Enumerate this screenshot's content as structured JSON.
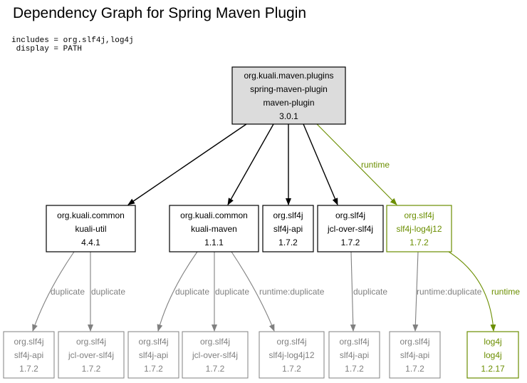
{
  "header": {
    "title": "Dependency Graph for Spring Maven Plugin",
    "meta_lines": [
      "includes = org.slf4j,log4j",
      " display = PATH"
    ]
  },
  "colors": {
    "black": "#000000",
    "gray": "#808080",
    "olive": "#6b8e00",
    "root_fill": "#dcdcdc"
  },
  "nodes": [
    {
      "id": "root",
      "style": "root",
      "lines": [
        "org.kuali.maven.plugins",
        "spring-maven-plugin",
        "maven-plugin",
        "3.0.1"
      ]
    },
    {
      "id": "kuali-util",
      "style": "black",
      "lines": [
        "org.kuali.common",
        "kuali-util",
        "4.4.1"
      ]
    },
    {
      "id": "kuali-maven",
      "style": "black",
      "lines": [
        "org.kuali.common",
        "kuali-maven",
        "1.1.1"
      ]
    },
    {
      "id": "slf4j-api",
      "style": "black",
      "lines": [
        "org.slf4j",
        "slf4j-api",
        "1.7.2"
      ]
    },
    {
      "id": "jcl-over-slf4j",
      "style": "black",
      "lines": [
        "org.slf4j",
        "jcl-over-slf4j",
        "1.7.2"
      ]
    },
    {
      "id": "slf4j-log4j12",
      "style": "olive",
      "lines": [
        "org.slf4j",
        "slf4j-log4j12",
        "1.7.2"
      ]
    },
    {
      "id": "u-slf4j-api",
      "style": "gray",
      "lines": [
        "org.slf4j",
        "slf4j-api",
        "1.7.2"
      ]
    },
    {
      "id": "u-jcl",
      "style": "gray",
      "lines": [
        "org.slf4j",
        "jcl-over-slf4j",
        "1.7.2"
      ]
    },
    {
      "id": "m-slf4j-api",
      "style": "gray",
      "lines": [
        "org.slf4j",
        "slf4j-api",
        "1.7.2"
      ]
    },
    {
      "id": "m-jcl",
      "style": "gray",
      "lines": [
        "org.slf4j",
        "jcl-over-slf4j",
        "1.7.2"
      ]
    },
    {
      "id": "m-log4j12",
      "style": "gray",
      "lines": [
        "org.slf4j",
        "slf4j-log4j12",
        "1.7.2"
      ]
    },
    {
      "id": "j-slf4j-api",
      "style": "gray",
      "lines": [
        "org.slf4j",
        "slf4j-api",
        "1.7.2"
      ]
    },
    {
      "id": "l-slf4j-api",
      "style": "gray",
      "lines": [
        "org.slf4j",
        "slf4j-api",
        "1.7.2"
      ]
    },
    {
      "id": "log4j",
      "style": "olive",
      "lines": [
        "log4j",
        "log4j",
        "1.2.17"
      ]
    }
  ],
  "edges": [
    {
      "from": "root",
      "to": "kuali-util",
      "style": "black",
      "label": ""
    },
    {
      "from": "root",
      "to": "kuali-maven",
      "style": "black",
      "label": ""
    },
    {
      "from": "root",
      "to": "slf4j-api",
      "style": "black",
      "label": ""
    },
    {
      "from": "root",
      "to": "jcl-over-slf4j",
      "style": "black",
      "label": ""
    },
    {
      "from": "root",
      "to": "slf4j-log4j12",
      "style": "olive",
      "label": "runtime"
    },
    {
      "from": "kuali-util",
      "to": "u-slf4j-api",
      "style": "gray",
      "label": "duplicate"
    },
    {
      "from": "kuali-util",
      "to": "u-jcl",
      "style": "gray",
      "label": "duplicate"
    },
    {
      "from": "kuali-maven",
      "to": "m-slf4j-api",
      "style": "gray",
      "label": "duplicate"
    },
    {
      "from": "kuali-maven",
      "to": "m-jcl",
      "style": "gray",
      "label": "duplicate"
    },
    {
      "from": "kuali-maven",
      "to": "m-log4j12",
      "style": "gray",
      "label": "runtime:duplicate"
    },
    {
      "from": "jcl-over-slf4j",
      "to": "j-slf4j-api",
      "style": "gray",
      "label": "duplicate"
    },
    {
      "from": "slf4j-log4j12",
      "to": "l-slf4j-api",
      "style": "gray",
      "label": "runtime:duplicate"
    },
    {
      "from": "slf4j-log4j12",
      "to": "log4j",
      "style": "olive",
      "label": "runtime"
    }
  ]
}
